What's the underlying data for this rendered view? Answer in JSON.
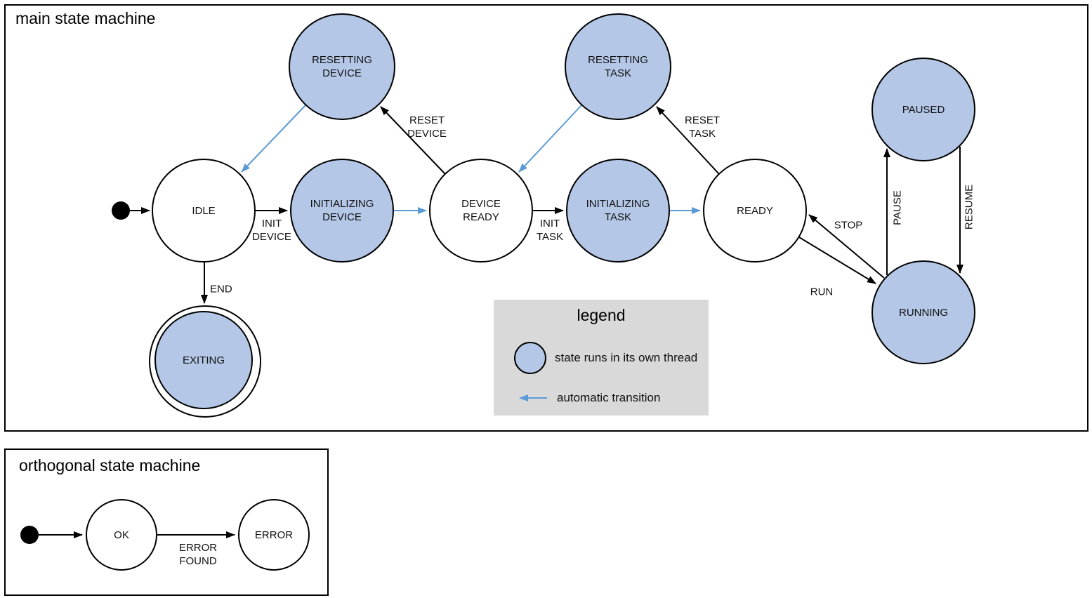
{
  "main": {
    "title": "main state machine",
    "states": {
      "idle": {
        "label": "IDLE"
      },
      "resetting_device": {
        "lines": [
          "RESETTING",
          "DEVICE"
        ]
      },
      "initializing_device": {
        "lines": [
          "INITIALIZING",
          "DEVICE"
        ]
      },
      "device_ready": {
        "lines": [
          "DEVICE",
          "READY"
        ]
      },
      "resetting_task": {
        "lines": [
          "RESETTING",
          "TASK"
        ]
      },
      "initializing_task": {
        "lines": [
          "INITIALIZING",
          "TASK"
        ]
      },
      "ready": {
        "label": "READY"
      },
      "paused": {
        "label": "PAUSED"
      },
      "running": {
        "label": "RUNNING"
      },
      "exiting": {
        "label": "EXITING"
      }
    },
    "transitions": {
      "init_device": {
        "lines": [
          "INIT",
          "DEVICE"
        ]
      },
      "reset_device": {
        "lines": [
          "RESET",
          "DEVICE"
        ]
      },
      "init_task": {
        "lines": [
          "INIT",
          "TASK"
        ]
      },
      "reset_task": {
        "lines": [
          "RESET",
          "TASK"
        ]
      },
      "end": {
        "label": "END"
      },
      "run": {
        "label": "RUN"
      },
      "stop": {
        "label": "STOP"
      },
      "pause": {
        "label": "PAUSE"
      },
      "resume": {
        "label": "RESUME"
      }
    },
    "legend": {
      "title": "legend",
      "thread_item": "state runs in its own thread",
      "auto_item": "automatic transition"
    }
  },
  "orthogonal": {
    "title": "orthogonal state machine",
    "states": {
      "ok": {
        "label": "OK"
      },
      "error": {
        "label": "ERROR"
      }
    },
    "transitions": {
      "error_found": {
        "lines": [
          "ERROR",
          "FOUND"
        ]
      }
    }
  },
  "colors": {
    "threaded_state_fill": "#b4c7e7",
    "automatic_transition": "#5b9bd5",
    "legend_background": "#d9d9d9",
    "line_color": "#000000"
  }
}
